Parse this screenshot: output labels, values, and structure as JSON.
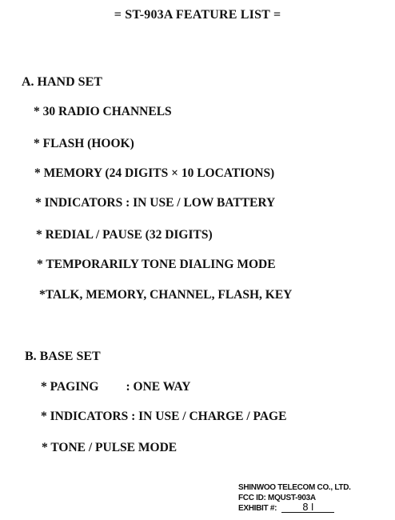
{
  "title": "= ST-903A FEATURE LIST =",
  "section_a": {
    "heading": "A. HAND SET",
    "items": [
      "* 30 RADIO CHANNELS",
      "* FLASH (HOOK)",
      "* MEMORY (24 DIGITS  ×  10 LOCATIONS)",
      "* INDICATORS : IN USE / LOW BATTERY",
      "* REDIAL / PAUSE (32 DIGITS)",
      "* TEMPORARILY TONE DIALING MODE",
      "*TALK, MEMORY, CHANNEL, FLASH, KEY"
    ]
  },
  "section_b": {
    "heading": "B. BASE SET",
    "paging": {
      "label": "* PAGING",
      "value": ": ONE WAY"
    },
    "items": [
      "* INDICATORS : IN USE / CHARGE / PAGE",
      "* TONE / PULSE MODE"
    ]
  },
  "footer": {
    "company": "SHINWOO TELECOM CO., LTD.",
    "fcc_id": "FCC ID:  MQUST-903A",
    "exhibit_label": "EXHIBIT #:",
    "exhibit_value": "8 I"
  }
}
